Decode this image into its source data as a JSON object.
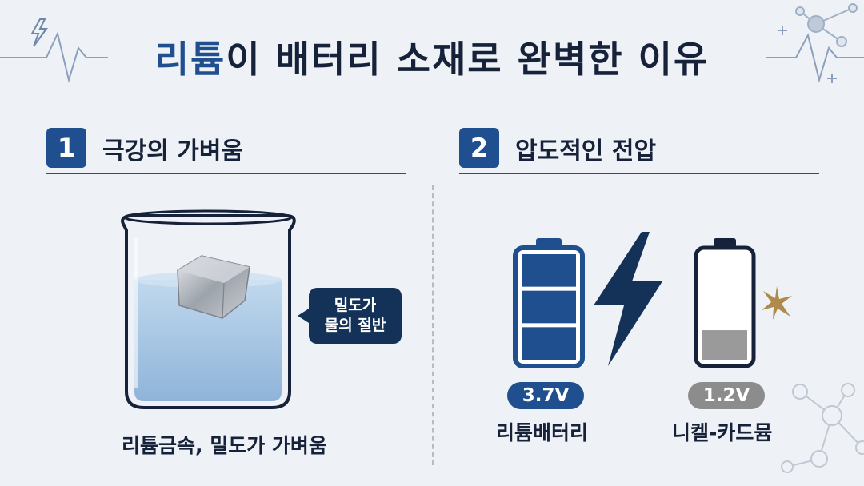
{
  "title": {
    "accent": "리튬",
    "rest": "이 배터리 소재로 완벽한 이유"
  },
  "section1": {
    "number": "1",
    "title": "극강의 가벼움"
  },
  "section2": {
    "number": "2",
    "title": "압도적인 전압"
  },
  "beaker": {
    "bubble_line1": "밀도가",
    "bubble_line2": "물의 절반",
    "caption": "리튬금속, 밀도가 가벼움"
  },
  "batteries": [
    {
      "voltage": "3.7V",
      "label": "리튬배터리",
      "charge_fraction": 1.0
    },
    {
      "voltage": "1.2V",
      "label": "니켈-카드뮴",
      "charge_fraction": 0.28
    }
  ],
  "colors": {
    "accent": "#1f4f8f",
    "dark_navy": "#143257",
    "background": "#eef1f5",
    "water": "#a9c9e6",
    "low_charge": "#9a9a9a",
    "spark": "#b08a4a"
  },
  "icons": [
    "lightning-bolt-icon",
    "heartbeat-line-icon",
    "molecule-icon",
    "spark-icon",
    "battery-icon"
  ]
}
